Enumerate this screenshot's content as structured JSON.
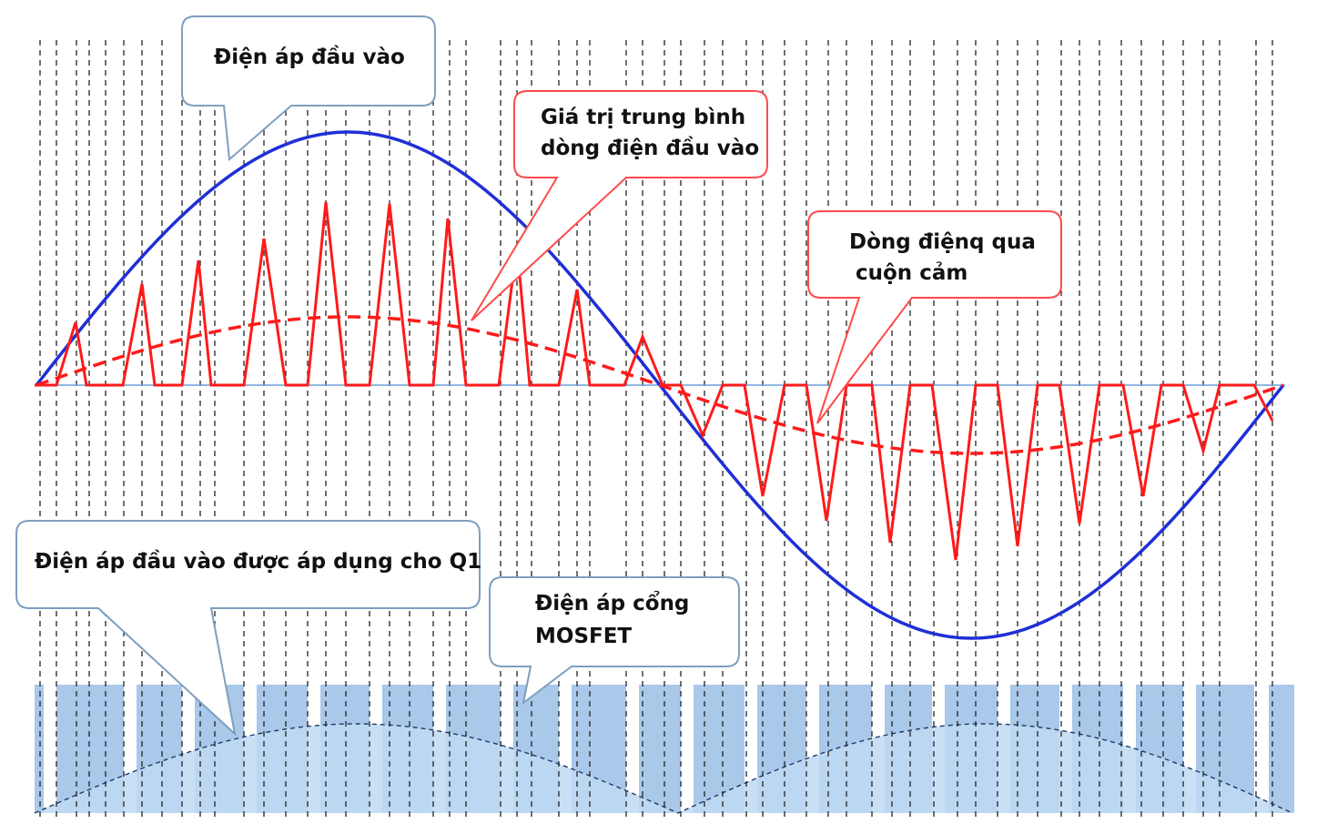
{
  "callouts": {
    "input_voltage": "Điện áp đầu vào",
    "avg_current_line1": "Giá trị trung bình",
    "avg_current_line2": "dòng điện đầu vào",
    "inductor_current_line1": "Dòng điệnq qua",
    "inductor_current_line2": "cuộn cảm",
    "q1_voltage": "Điện áp đầu vào được áp dụng cho Q1",
    "gate_voltage_line1": "Điện áp cổng",
    "gate_voltage_line2": "MOSFET"
  },
  "colors": {
    "input_voltage": "#1f2fd6",
    "inductor_current": "#ff1a1a",
    "avg_current": "#ff1a1a",
    "zero_axis": "#6a9fd8",
    "gate_pulse_fill": "#a9c8ea",
    "q1_voltage_fill": "#bfd9f2",
    "blue_callout_border": "#7f9fbf",
    "red_callout_border": "#ff4a4a",
    "switching_grid": "#222222"
  }
}
